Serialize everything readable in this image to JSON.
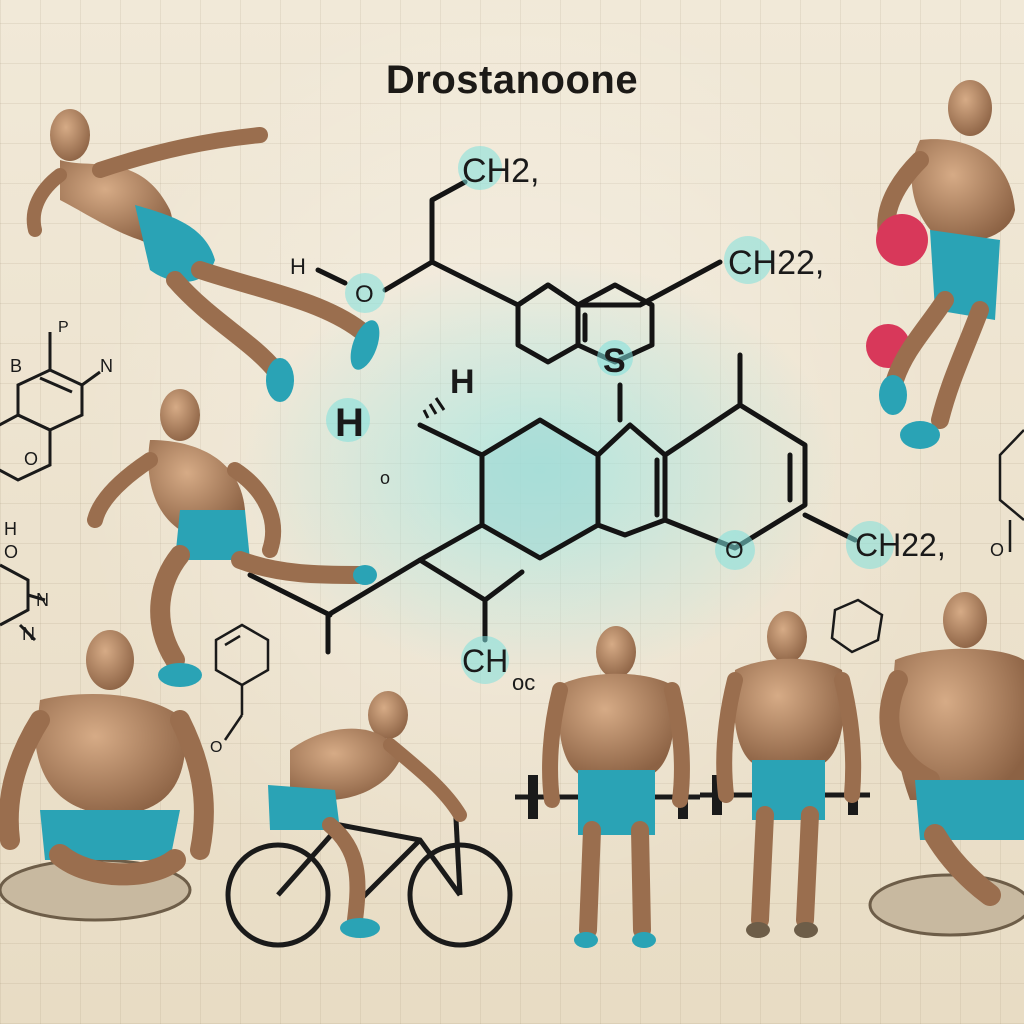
{
  "title": "Drostanoone",
  "colors": {
    "paper": "#efe6d4",
    "ink": "#1a1a1a",
    "glow": "#7fe0dc",
    "shorts": "#2aa3b5",
    "skin": "#b98a66",
    "ball": "#d8385a"
  },
  "molecule_labels": {
    "ch2_top": "CH2,",
    "ch22_right": "CH22,",
    "ho_left": "H",
    "o_left": "O",
    "s_center": "S",
    "h_wedge": "H",
    "ho_mid": "H",
    "o_mid_small": "o",
    "o_ring": "O",
    "ch22_bottom_right": "CH22,",
    "ch_bottom": "CH",
    "ch_bottom_suffix": "oc"
  },
  "side_fragments": {
    "left_b": "B",
    "left_p": "P",
    "left_n": "N",
    "left_o": "O",
    "left2_h": "H",
    "left2_o": "O",
    "left2_n1": "N",
    "left2_n2": "N",
    "small_o": "O",
    "right_o": "O"
  },
  "figures": [
    {
      "name": "leaping-athlete",
      "icon": "athlete-leap-icon"
    },
    {
      "name": "running-athlete",
      "icon": "athlete-run-icon"
    },
    {
      "name": "ball-runner",
      "icon": "athlete-ball-icon"
    },
    {
      "name": "seated-athlete",
      "icon": "athlete-seated-icon"
    },
    {
      "name": "cyclist",
      "icon": "cyclist-icon"
    },
    {
      "name": "barbell-lifter-1",
      "icon": "barbell-icon"
    },
    {
      "name": "barbell-lifter-2",
      "icon": "barbell-icon"
    },
    {
      "name": "kneeling-athlete",
      "icon": "athlete-kneel-icon"
    }
  ]
}
